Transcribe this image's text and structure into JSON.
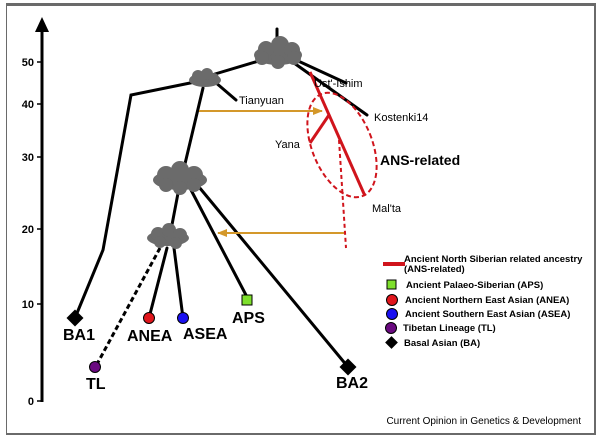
{
  "figure": {
    "axis": {
      "ticks": [
        "0",
        "10",
        "20",
        "30",
        "40",
        "50"
      ]
    },
    "labels": {
      "ust_ishim": "Ust'-Ishim",
      "kostenki": "Kostenki14",
      "tianyuan": "Tianyuan",
      "yana": "Yana",
      "malta": "Mal'ta",
      "ans_related": "ANS-related",
      "ba1": "BA1",
      "ba2": "BA2",
      "anea": "ANEA",
      "asea": "ASEA",
      "aps": "APS",
      "tl": "TL"
    },
    "legend": [
      {
        "symbol": "red-bar",
        "label_line1": "Ancient North Siberian related ancestry",
        "label_line2": "(ANS-related)",
        "color": "#d0141c"
      },
      {
        "symbol": "square",
        "label_line1": "Ancient Palaeo-Siberian (APS)",
        "color": "#7ee02c"
      },
      {
        "symbol": "circle",
        "label_line1": "Ancient Northern East Asian (ANEA)",
        "color": "#e0161c"
      },
      {
        "symbol": "circle",
        "label_line1": "Ancient Southern East Asian (ASEA)",
        "color": "#1a10f0"
      },
      {
        "symbol": "circle",
        "label_line1": "Tibetan Lineage (TL)",
        "color": "#6a0a80"
      },
      {
        "symbol": "diamond",
        "label_line1": "Basal Asian (BA)",
        "color": "#000000"
      }
    ],
    "caption": "Current Opinion in Genetics & Development",
    "colors": {
      "ans": "#d0141c",
      "gene_flow_arrow": "#d4982a",
      "cloud": "#6b6b6b",
      "aps": "#7ee02c",
      "anea": "#e0161c",
      "asea": "#1a10f0",
      "tl": "#6a0a80",
      "ba": "#000000"
    }
  }
}
